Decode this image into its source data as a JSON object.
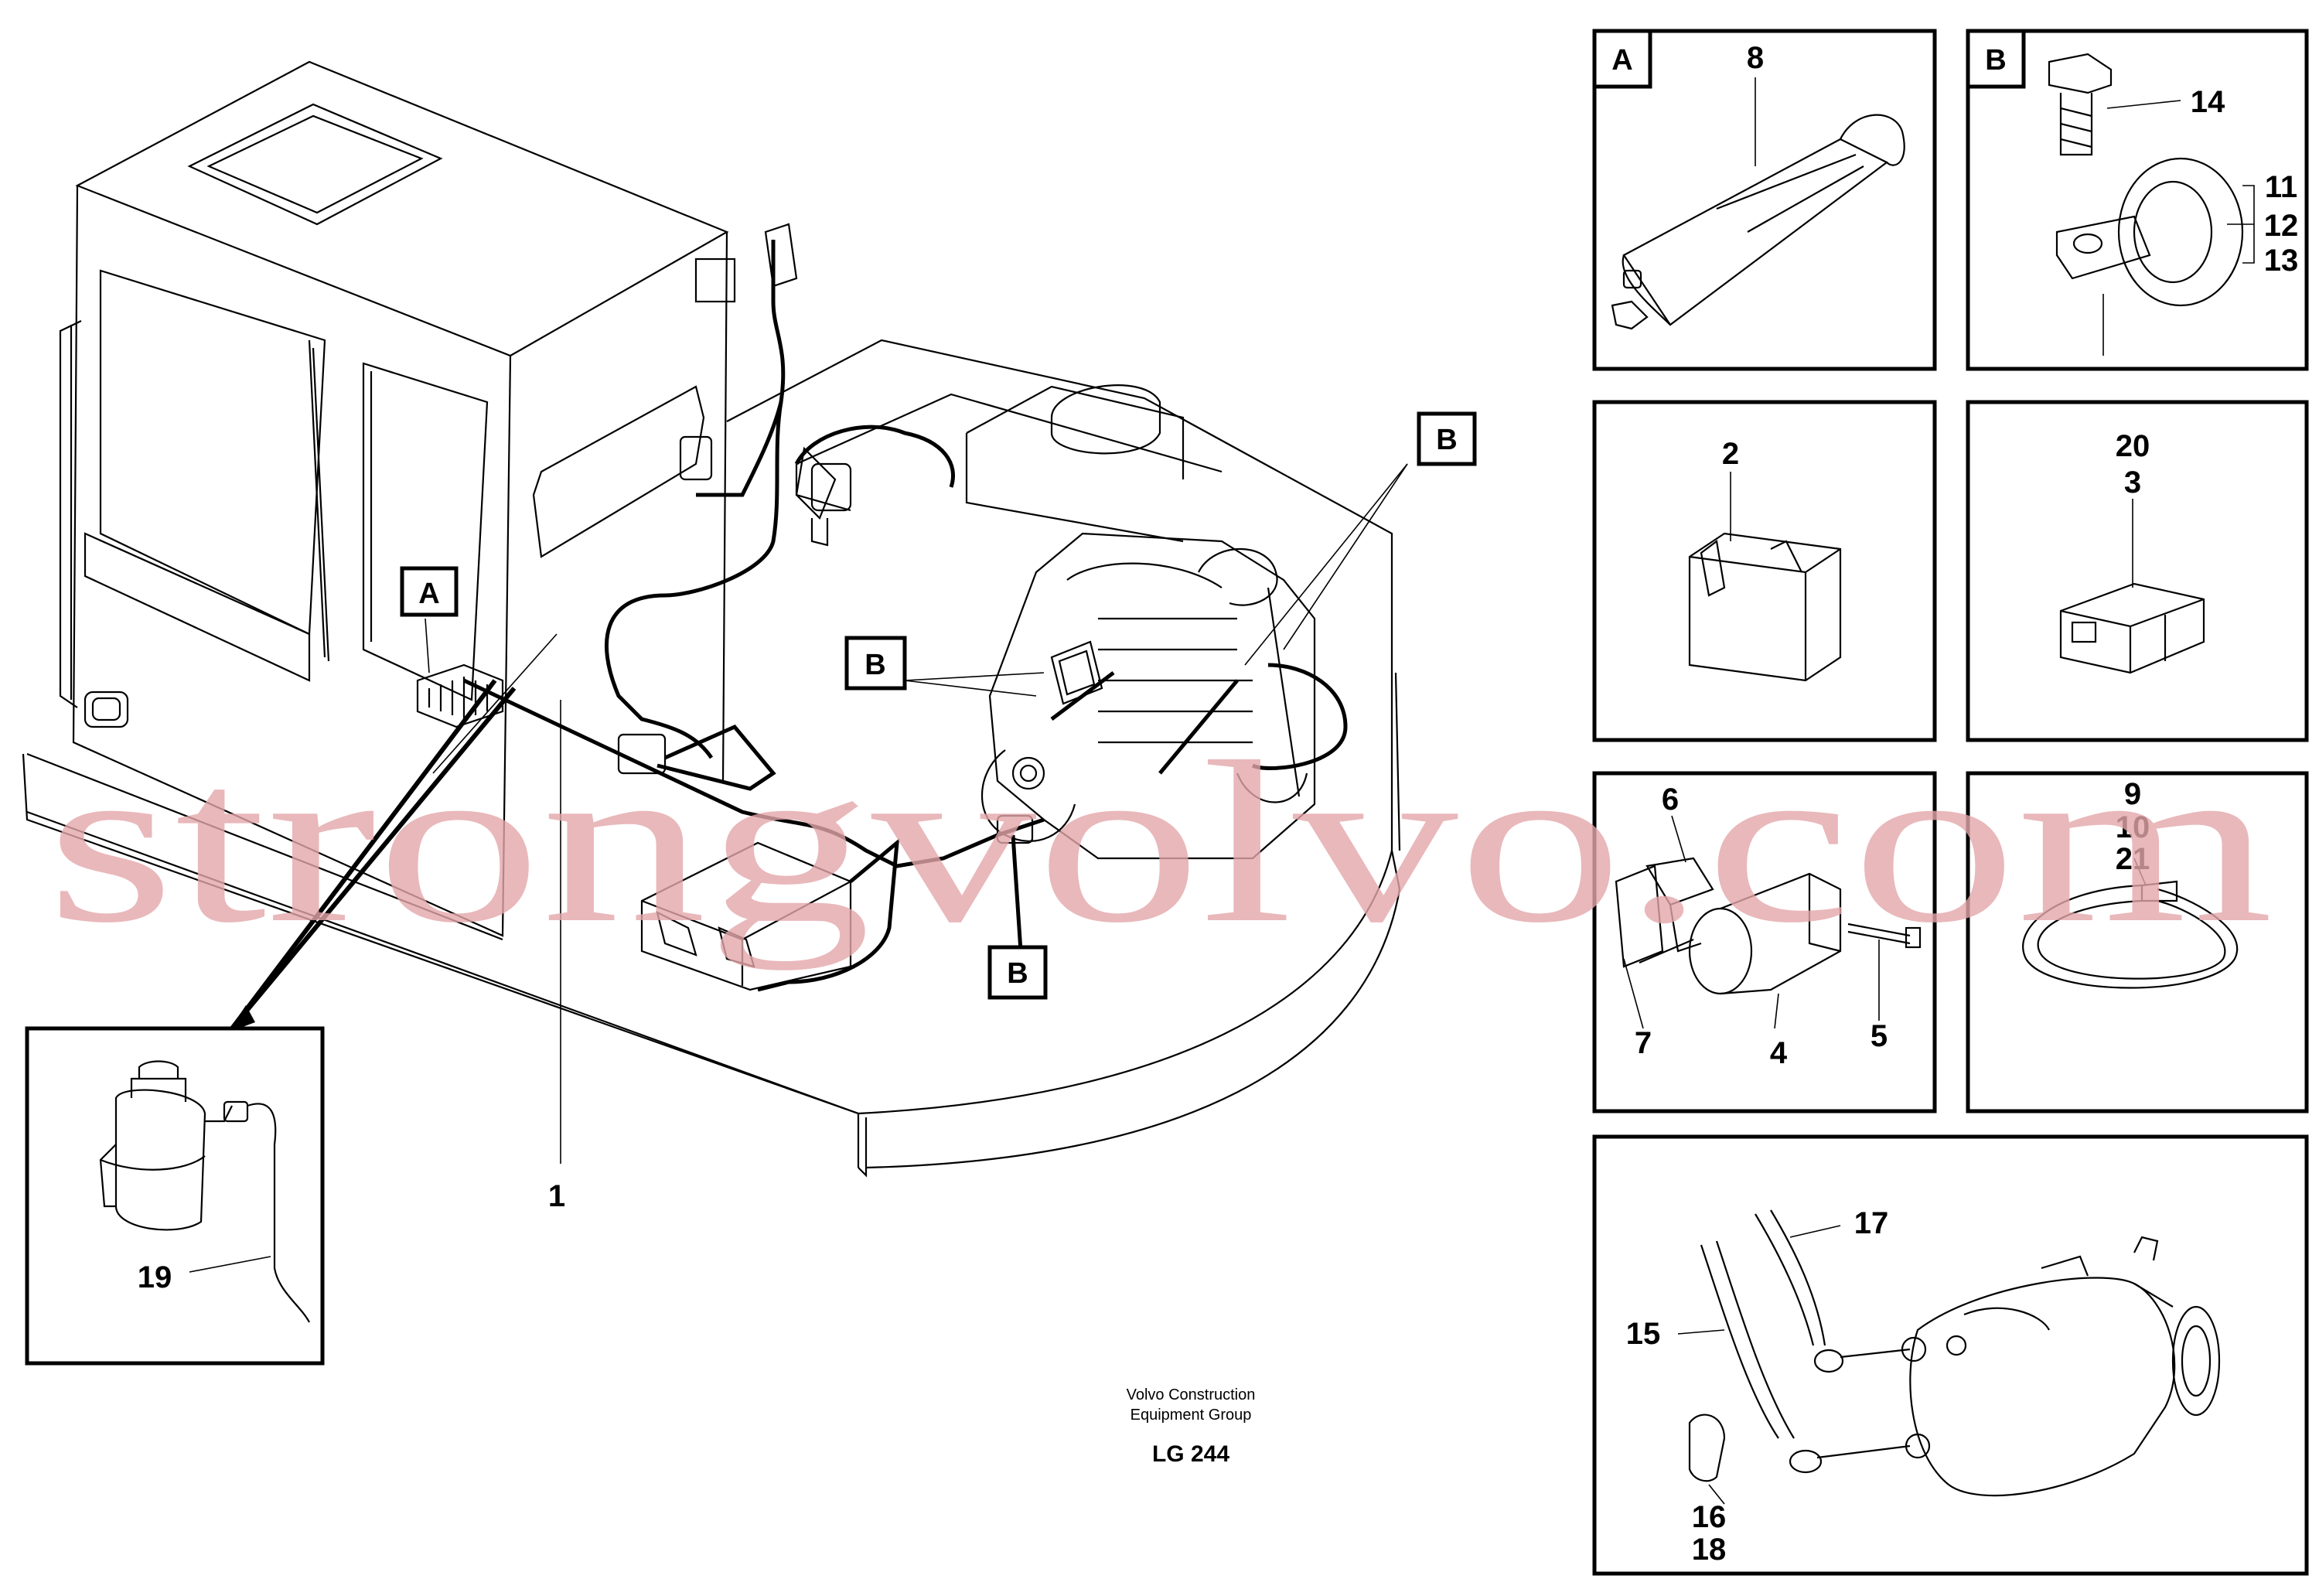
{
  "page": {
    "credit_line1": "Volvo Construction",
    "credit_line2": "Equipment Group",
    "reference": "LG 244",
    "watermark": "strongvolvo.com"
  },
  "main_view": {
    "callouts": {
      "A": "A",
      "B_top": "B",
      "B_mid": "B",
      "B_low": "B"
    },
    "part_1": "1"
  },
  "inset_19": {
    "label": "19"
  },
  "panels": {
    "A": {
      "letter": "A",
      "parts": [
        "8"
      ]
    },
    "B": {
      "letter": "B",
      "parts": [
        "14",
        "11",
        "12",
        "13"
      ]
    },
    "relay": {
      "parts": [
        "2"
      ]
    },
    "connector": {
      "parts": [
        "20",
        "3"
      ]
    },
    "switch": {
      "parts": [
        "6",
        "7",
        "4",
        "5"
      ]
    },
    "tie": {
      "parts": [
        "9",
        "10",
        "21"
      ]
    },
    "alternator": {
      "parts": [
        "17",
        "15",
        "16",
        "18"
      ]
    }
  }
}
